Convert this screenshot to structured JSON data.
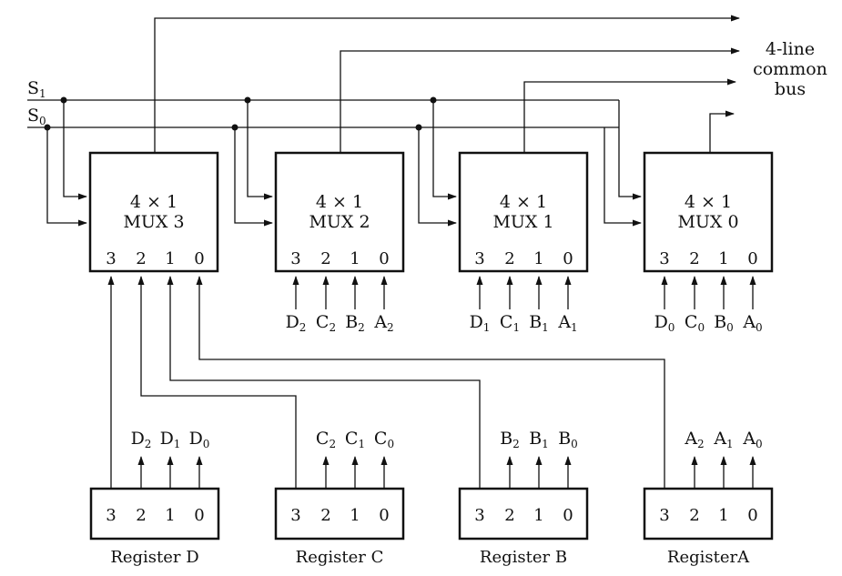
{
  "bus_label": [
    "4-line",
    "common",
    "bus"
  ],
  "select_lines": [
    {
      "name": "S",
      "sub": "1"
    },
    {
      "name": "S",
      "sub": "0"
    }
  ],
  "muxes": [
    {
      "type": "4 × 1",
      "name": "MUX 3",
      "pins": [
        "3",
        "2",
        "1",
        "0"
      ],
      "inputs": []
    },
    {
      "type": "4 × 1",
      "name": "MUX 2",
      "pins": [
        "3",
        "2",
        "1",
        "0"
      ],
      "inputs": [
        {
          "l": "D",
          "s": "2"
        },
        {
          "l": "C",
          "s": "2"
        },
        {
          "l": "B",
          "s": "2"
        },
        {
          "l": "A",
          "s": "2"
        }
      ]
    },
    {
      "type": "4 × 1",
      "name": "MUX 1",
      "pins": [
        "3",
        "2",
        "1",
        "0"
      ],
      "inputs": [
        {
          "l": "D",
          "s": "1"
        },
        {
          "l": "C",
          "s": "1"
        },
        {
          "l": "B",
          "s": "1"
        },
        {
          "l": "A",
          "s": "1"
        }
      ]
    },
    {
      "type": "4 × 1",
      "name": "MUX 0",
      "pins": [
        "3",
        "2",
        "1",
        "0"
      ],
      "inputs": [
        {
          "l": "D",
          "s": "0"
        },
        {
          "l": "C",
          "s": "0"
        },
        {
          "l": "B",
          "s": "0"
        },
        {
          "l": "A",
          "s": "0"
        }
      ]
    }
  ],
  "registers": [
    {
      "name": "Register D",
      "bits": [
        "3",
        "2",
        "1",
        "0"
      ],
      "outputs": [
        {
          "l": "D",
          "s": "2"
        },
        {
          "l": "D",
          "s": "1"
        },
        {
          "l": "D",
          "s": "0"
        }
      ]
    },
    {
      "name": "Register C",
      "bits": [
        "3",
        "2",
        "1",
        "0"
      ],
      "outputs": [
        {
          "l": "C",
          "s": "2"
        },
        {
          "l": "C",
          "s": "1"
        },
        {
          "l": "C",
          "s": "0"
        }
      ]
    },
    {
      "name": "Register B",
      "bits": [
        "3",
        "2",
        "1",
        "0"
      ],
      "outputs": [
        {
          "l": "B",
          "s": "2"
        },
        {
          "l": "B",
          "s": "1"
        },
        {
          "l": "B",
          "s": "0"
        }
      ]
    },
    {
      "name": "RegisterA",
      "bits": [
        "3",
        "2",
        "1",
        "0"
      ],
      "outputs": [
        {
          "l": "A",
          "s": "2"
        },
        {
          "l": "A",
          "s": "1"
        },
        {
          "l": "A",
          "s": "0"
        }
      ]
    }
  ]
}
